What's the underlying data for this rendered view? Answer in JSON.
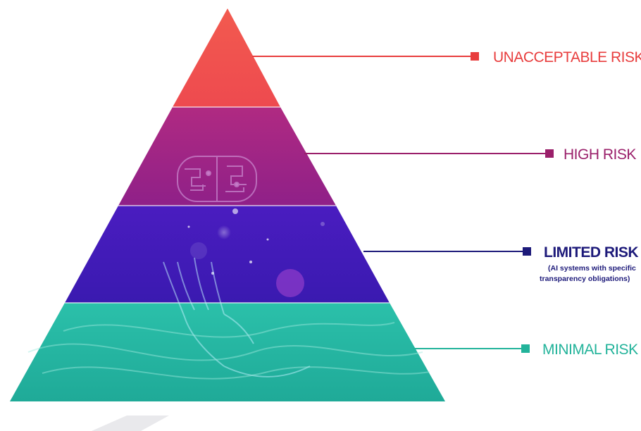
{
  "diagram": {
    "tiers": [
      {
        "id": "unacceptable",
        "label": "UNACCEPTABLE RISK",
        "note": "",
        "color": "#f0524c",
        "line_color": "#e83d3d"
      },
      {
        "id": "high",
        "label": "HIGH RISK",
        "note": "",
        "color": "#a6237f",
        "line_color": "#9a1f6a"
      },
      {
        "id": "limited",
        "label": "LIMITED RISK",
        "note": "(AI systems with specific transparency obligations)",
        "color": "#3a1cb8",
        "line_color": "#1d1a7a"
      },
      {
        "id": "minimal",
        "label": "MINIMAL RISK",
        "note": "",
        "color": "#26b8a3",
        "line_color": "#22b39a"
      }
    ],
    "background_color": "#ffffff"
  },
  "limited_note": {
    "line1": "(AI systems with specific",
    "line2": "transparency obligations)"
  }
}
